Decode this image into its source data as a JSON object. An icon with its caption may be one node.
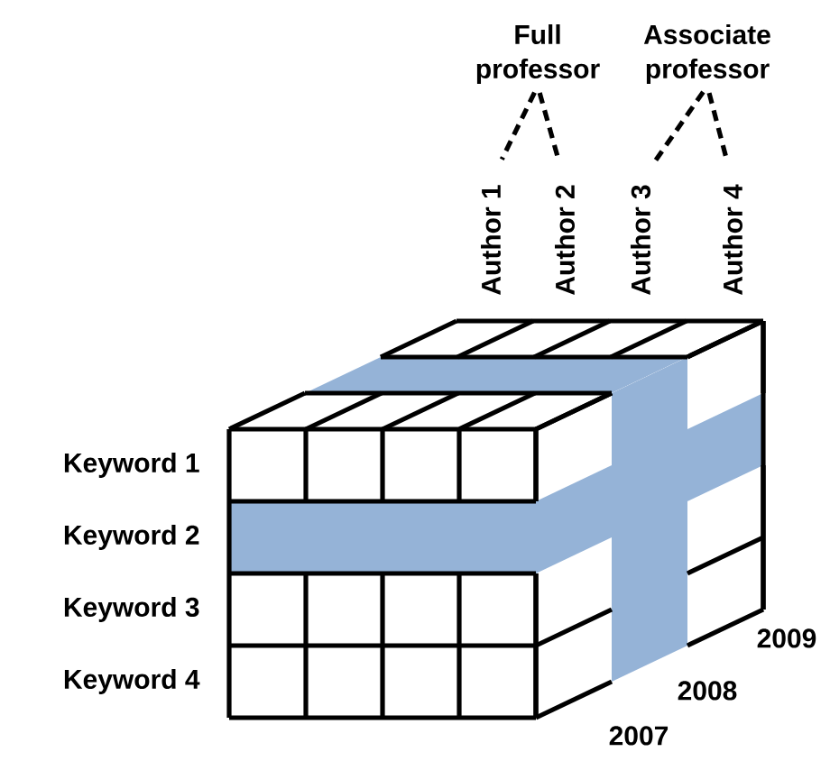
{
  "diagram": {
    "nodes": [
      {
        "text": [
          "Full professor"
        ]
      },
      {
        "text": [
          "Associate professor"
        ]
      },
      {
        "text": [
          "Author 1"
        ]
      },
      {
        "text": [
          "Author 2"
        ]
      },
      {
        "text": [
          "Author 3"
        ]
      },
      {
        "text": [
          "Author 4"
        ]
      }
    ],
    "edges": [
      {
        "from": 0,
        "to": 2,
        "arrow": "none",
        "style": "dashed"
      },
      {
        "from": 0,
        "to": 3,
        "arrow": "none",
        "style": "dashed"
      },
      {
        "from": 1,
        "to": 4,
        "arrow": "none",
        "style": "dashed"
      },
      {
        "from": 1,
        "to": 5,
        "arrow": "none",
        "style": "dashed"
      }
    ],
    "labels": [
      "Keyword 1",
      "Keyword 2",
      "Keyword 3",
      "Keyword 4",
      "2009",
      "2008",
      "2007"
    ]
  }
}
